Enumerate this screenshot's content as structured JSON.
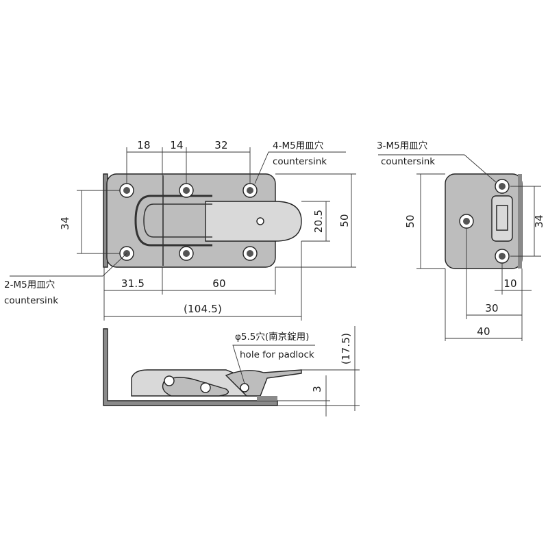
{
  "top_view": {
    "dims": {
      "d18": "18",
      "d14": "14",
      "d32": "32",
      "d34": "34",
      "d20_5": "20.5",
      "d50": "50",
      "d31_5": "31.5",
      "d60": "60",
      "d104_5": "(104.5)"
    },
    "callout_4m5": {
      "line1": "4-M5用皿穴",
      "line2": "countersink"
    },
    "callout_2m5": {
      "line1": "2-M5用皿穴",
      "line2": "countersink"
    }
  },
  "end_view": {
    "dims": {
      "d50": "50",
      "d34": "34",
      "d10": "10",
      "d30": "30",
      "d40": "40"
    },
    "callout_3m5": {
      "line1": "3-M5用皿穴",
      "line2": "countersink"
    }
  },
  "side_view": {
    "dims": {
      "d17_5": "(17.5)",
      "d3": "3"
    },
    "callout_hole": {
      "line1": "φ5.5穴(南京錠用)",
      "line2": "hole for padlock"
    }
  }
}
